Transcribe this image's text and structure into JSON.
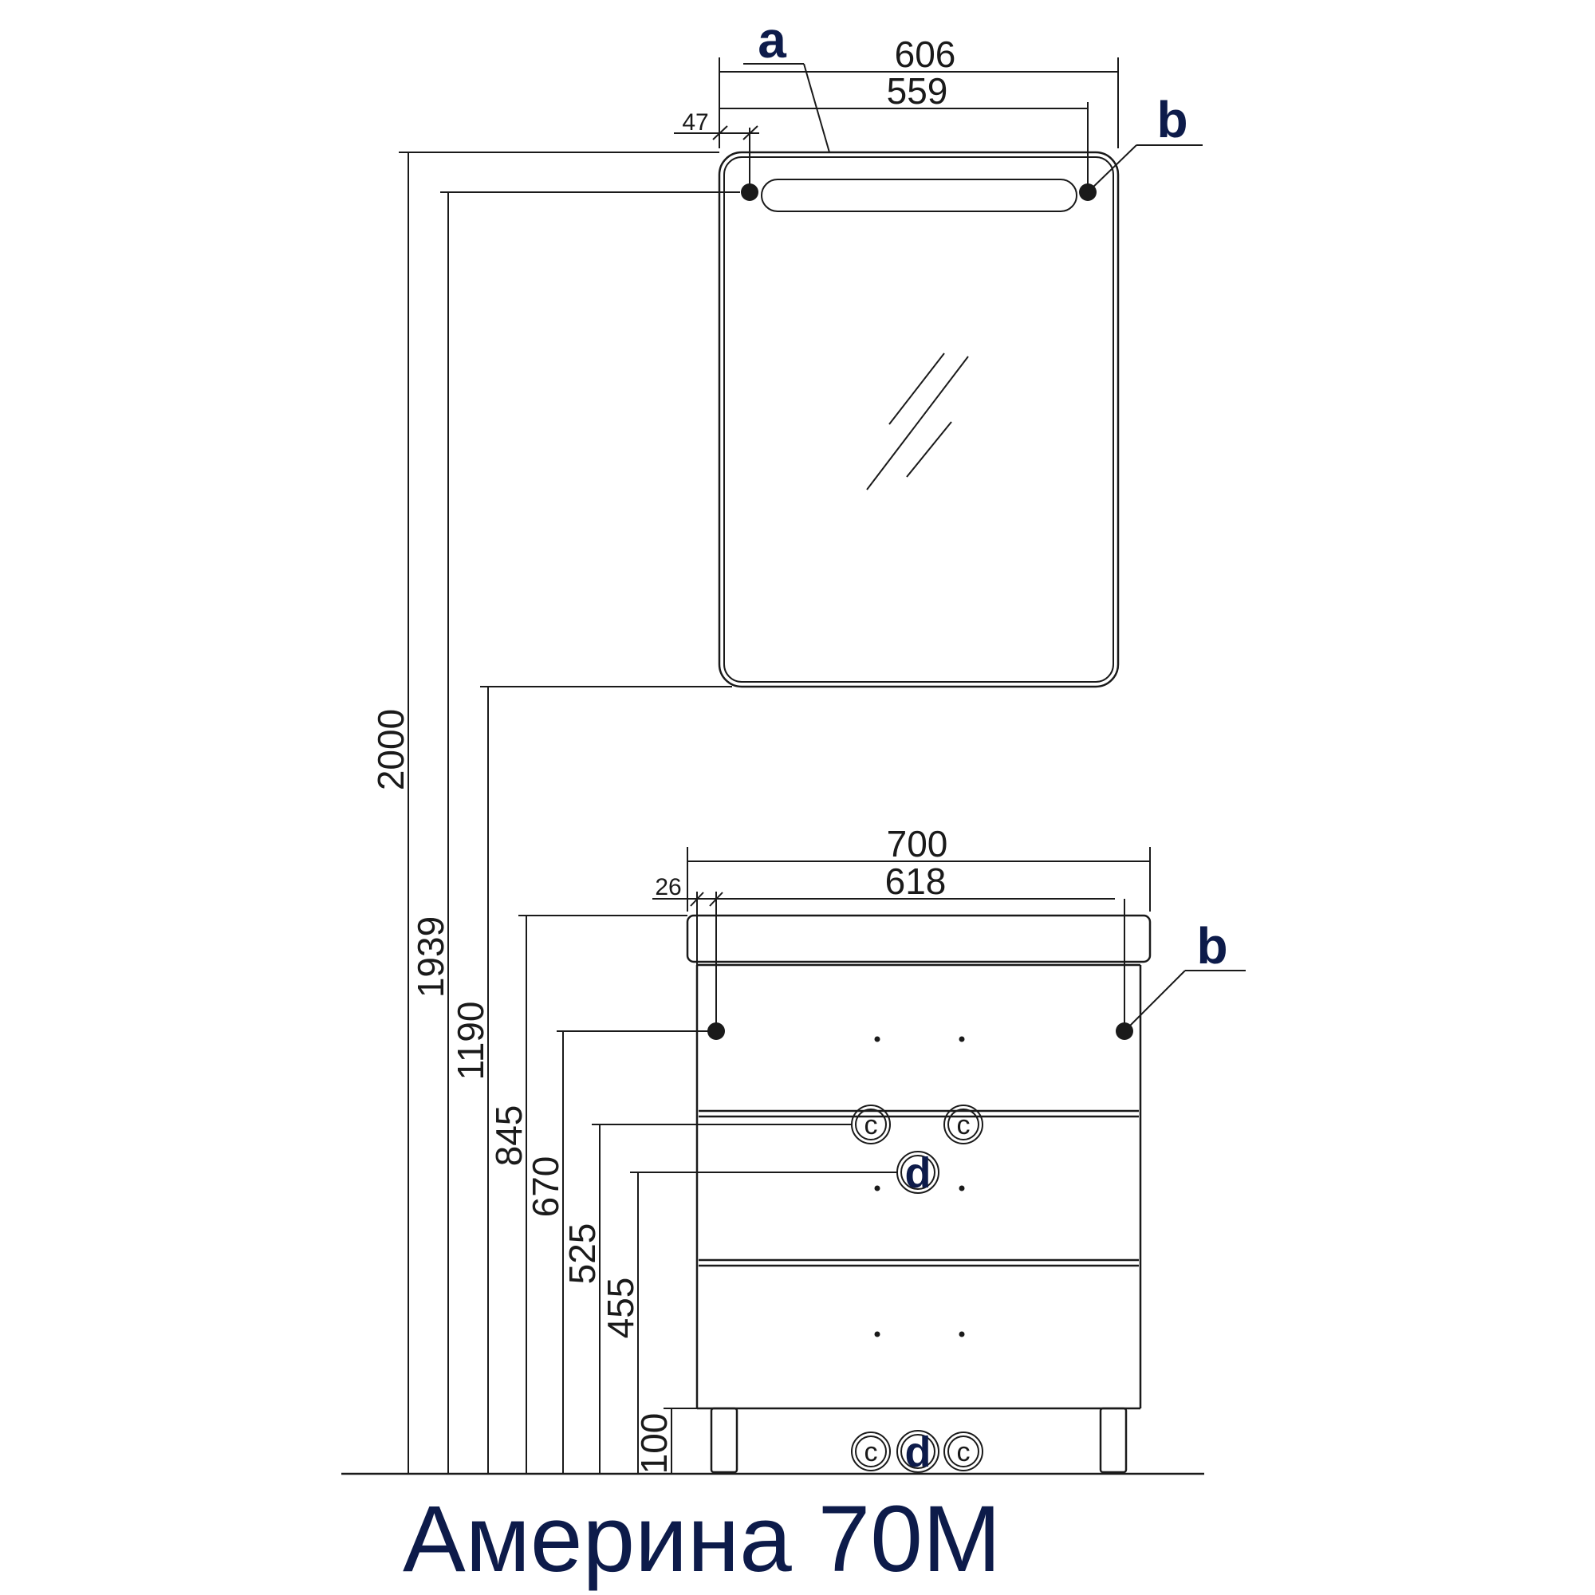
{
  "title": "Америна 70М",
  "dimensions": {
    "mirror_width": "606",
    "mirror_hole_spacing": "559",
    "mirror_hole_offset": "47",
    "cabinet_width": "700",
    "cabinet_hole_spacing": "618",
    "cabinet_hole_offset": "26",
    "total_height": "2000",
    "mirror_top_height": "1939",
    "mirror_bottom_height": "1190",
    "top_height": "845",
    "cabinet_mount_height": "670",
    "water_supply_height": "525",
    "drain_height": "455",
    "leg_height": "100"
  },
  "callouts": {
    "a": "a",
    "b_mirror": "b",
    "b_cabinet": "b",
    "d_mid": "d",
    "d_low": "d",
    "c": "c"
  },
  "colors": {
    "line": "#1a1a1a",
    "accent": "#0d1b4a"
  }
}
